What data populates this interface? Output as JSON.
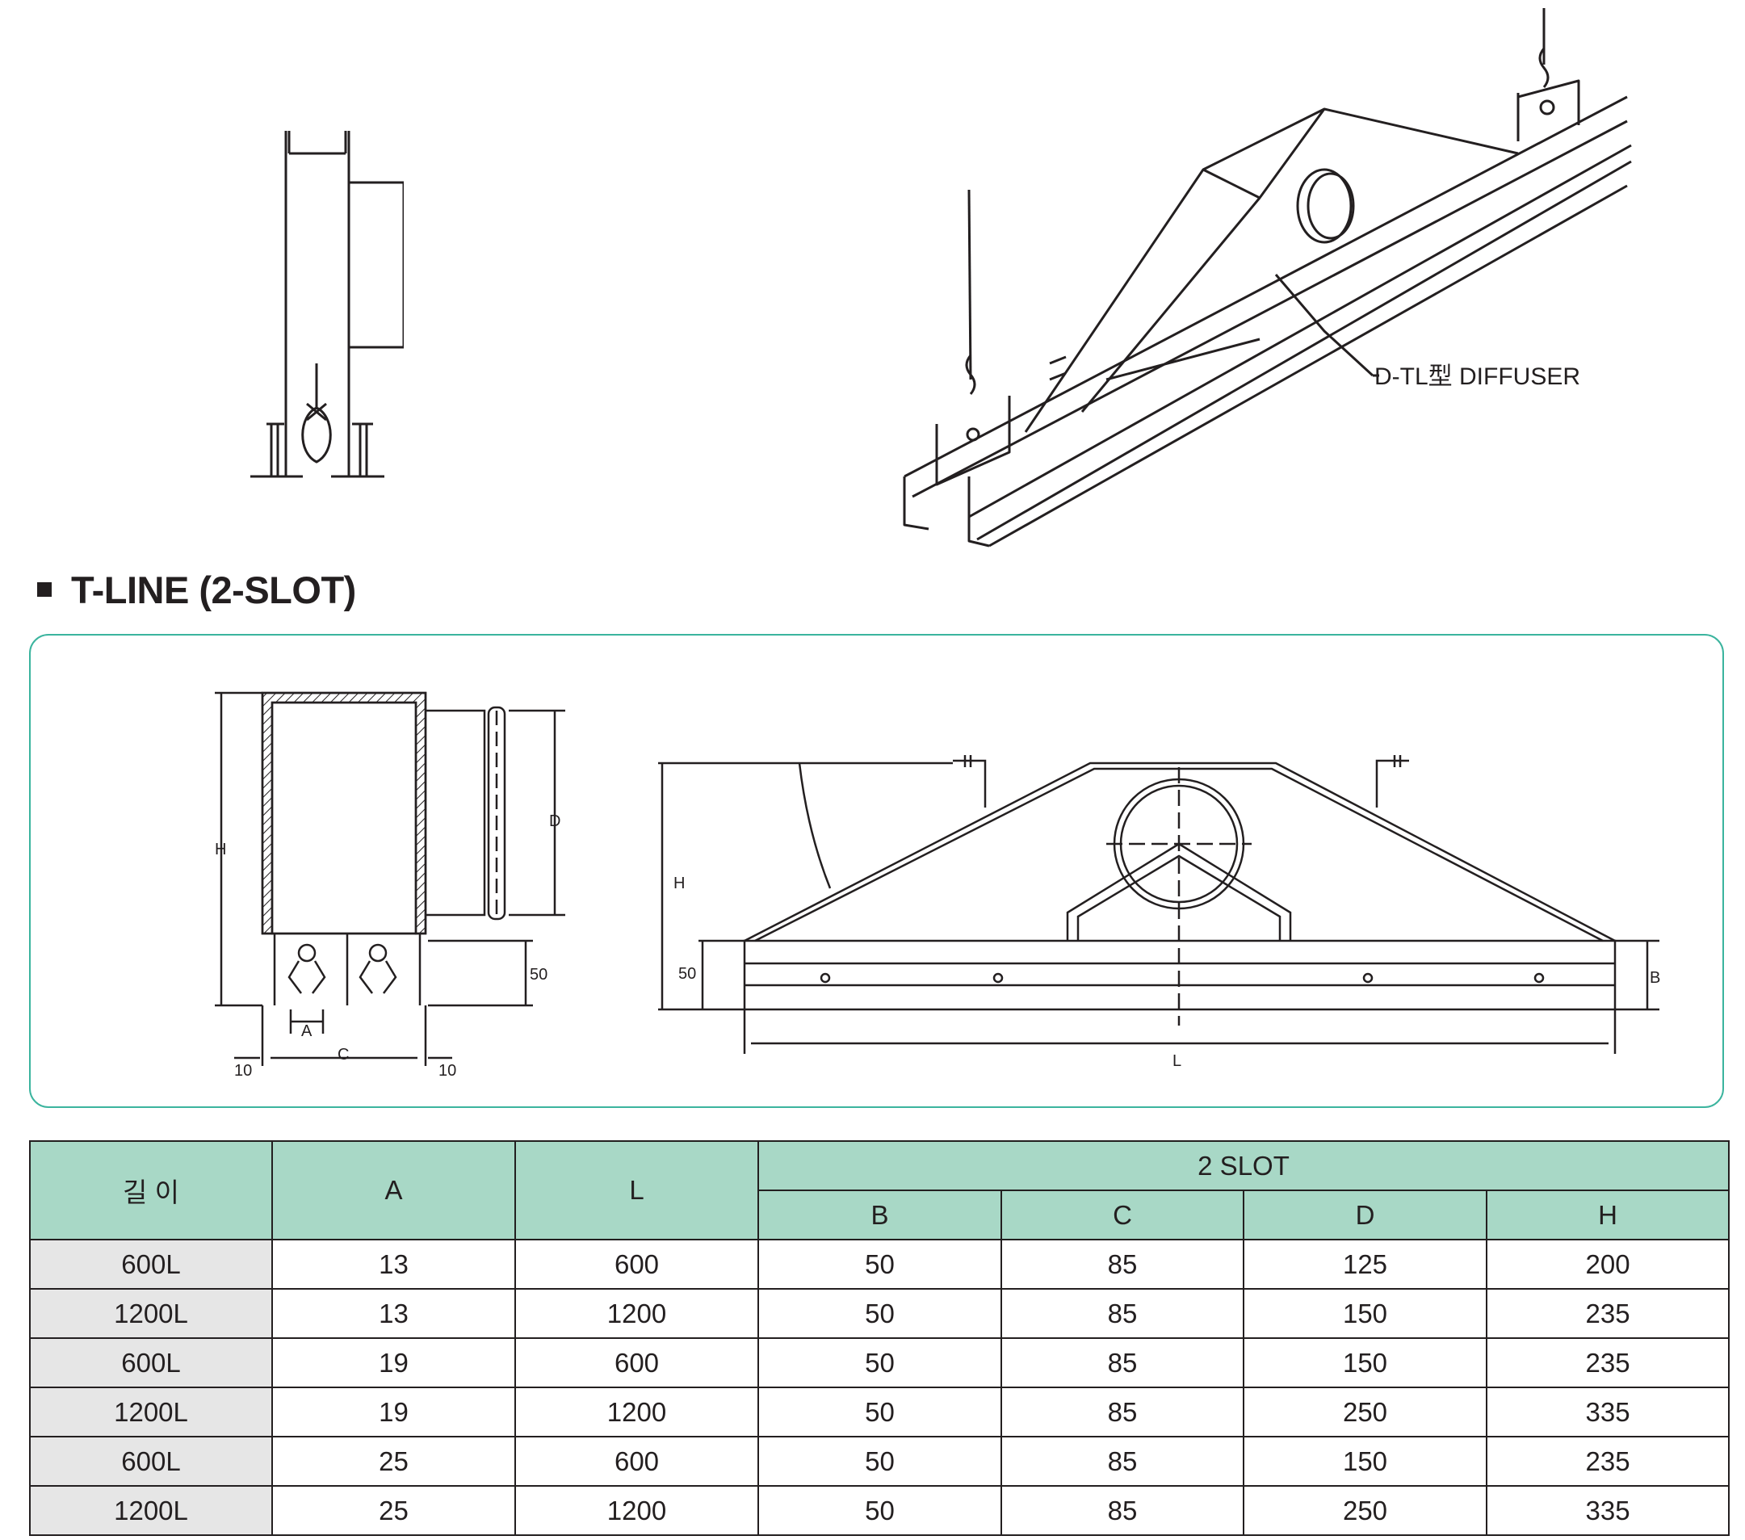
{
  "iso_callout": "D-TL型 DIFFUSER",
  "section_title": "T-LINE (2-SLOT)",
  "dimension_labels": {
    "side_H": "H",
    "side_D": "D",
    "side_50": "50",
    "side_A": "A",
    "side_C": "C",
    "side_10_left": "10",
    "side_10_right": "10",
    "front_H": "H",
    "front_50": "50",
    "front_B": "B",
    "front_L": "L"
  },
  "table": {
    "col_length": "길 이",
    "col_A": "A",
    "col_L": "L",
    "group_2slot": "2 SLOT",
    "col_B": "B",
    "col_C": "C",
    "col_D": "D",
    "col_H": "H",
    "rows": [
      {
        "length": "600L",
        "A": "13",
        "L": "600",
        "B": "50",
        "C": "85",
        "D": "125",
        "H": "200"
      },
      {
        "length": "1200L",
        "A": "13",
        "L": "1200",
        "B": "50",
        "C": "85",
        "D": "150",
        "H": "235"
      },
      {
        "length": "600L",
        "A": "19",
        "L": "600",
        "B": "50",
        "C": "85",
        "D": "150",
        "H": "235"
      },
      {
        "length": "1200L",
        "A": "19",
        "L": "1200",
        "B": "50",
        "C": "85",
        "D": "250",
        "H": "335"
      },
      {
        "length": "600L",
        "A": "25",
        "L": "600",
        "B": "50",
        "C": "85",
        "D": "150",
        "H": "235"
      },
      {
        "length": "1200L",
        "A": "25",
        "L": "1200",
        "B": "50",
        "C": "85",
        "D": "250",
        "H": "335"
      }
    ]
  },
  "colors": {
    "panel_border": "#3bb49e",
    "header_fill": "#a8d8c6",
    "rowhead_fill": "#e6e6e6",
    "ink": "#231f20"
  }
}
